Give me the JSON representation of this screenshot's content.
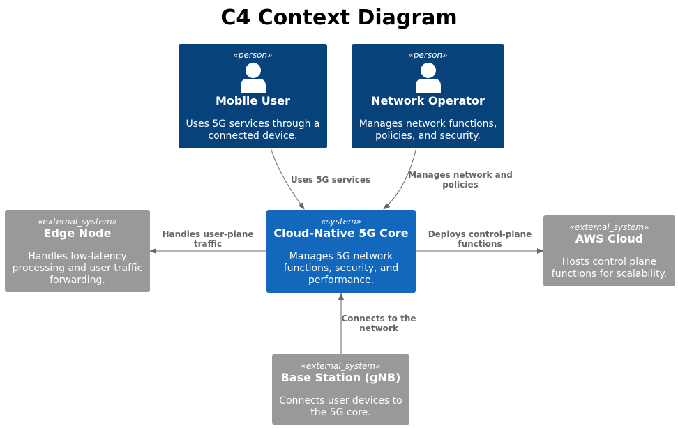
{
  "title": "C4 Context Diagram",
  "colors": {
    "person": "#08427b",
    "system": "#1168bd",
    "external_system": "#999999",
    "edge": "#666666",
    "edge_label": "#666666",
    "text_on_node": "#ffffff"
  },
  "nodes": {
    "mobile_user": {
      "stereotype": "«person»",
      "icon": "person-icon",
      "name": "Mobile User",
      "description": "Uses 5G services through a connected device."
    },
    "network_operator": {
      "stereotype": "«person»",
      "icon": "person-icon",
      "name": "Network Operator",
      "description": "Manages network functions, policies, and security."
    },
    "core": {
      "stereotype": "«system»",
      "name": "Cloud-Native 5G Core",
      "description": "Manages 5G network functions, security, and performance."
    },
    "edge_node": {
      "stereotype": "«external_system»",
      "name": "Edge Node",
      "description": "Handles low-latency processing and user traffic forwarding."
    },
    "aws_cloud": {
      "stereotype": "«external_system»",
      "name": "AWS Cloud",
      "description": "Hosts control plane functions for scalability."
    },
    "base_station": {
      "stereotype": "«external_system»",
      "name": "Base Station (gNB)",
      "description": "Connects user devices to the 5G core."
    }
  },
  "edges": {
    "user_to_core": "Uses 5G services",
    "operator_to_core": "Manages network and\npolicies",
    "core_to_edge": "Handles user-plane\ntraffic",
    "core_to_aws": "Deploys control-plane\nfunctions",
    "gnb_to_core": "Connects to the\nnetwork"
  }
}
